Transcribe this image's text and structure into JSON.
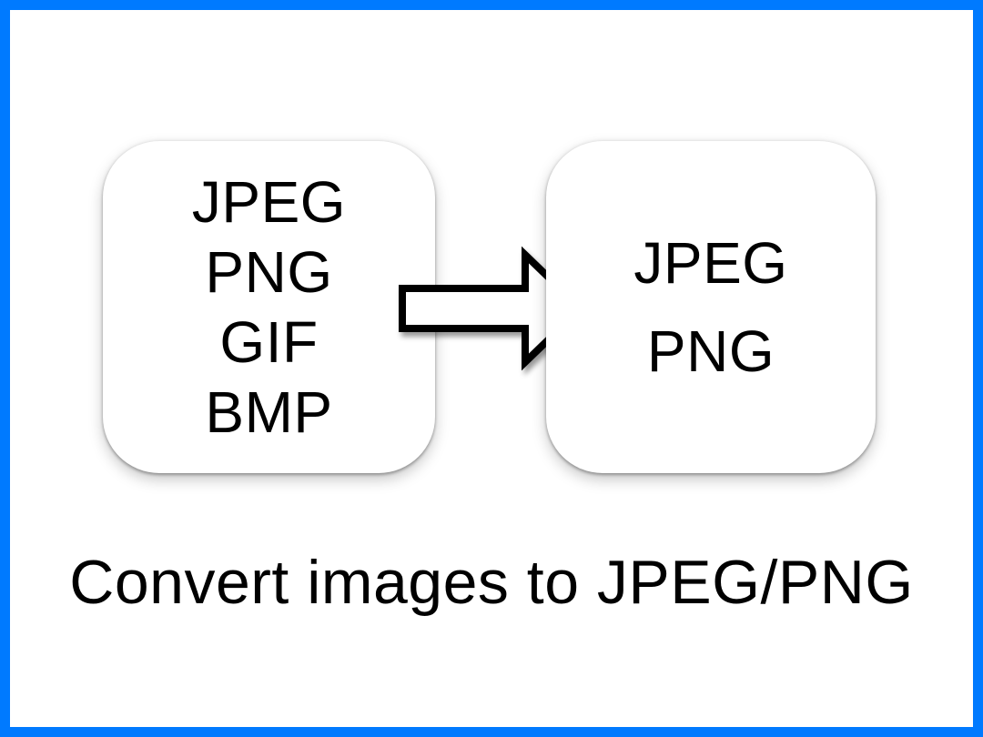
{
  "frame": {
    "border_color": "#007AFF",
    "background_color": "#FFFFFF"
  },
  "left_box": {
    "formats": [
      "JPEG",
      "PNG",
      "GIF",
      "BMP"
    ]
  },
  "right_box": {
    "formats": [
      "JPEG",
      "PNG"
    ]
  },
  "arrow": {
    "icon": "arrow-right-icon",
    "fill_color": "#FFFFFF",
    "stroke_color": "#000000"
  },
  "caption": {
    "text": "Convert images to JPEG/PNG",
    "color": "#000000"
  }
}
